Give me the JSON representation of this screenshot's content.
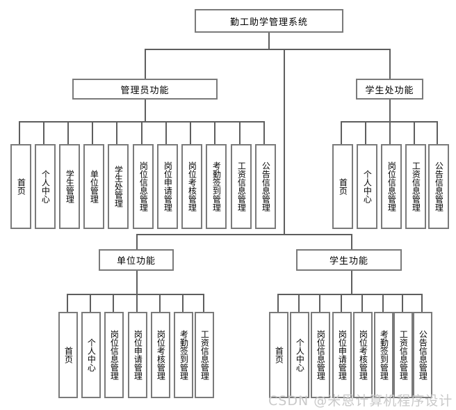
{
  "diagram": {
    "type": "functional-structure-tree",
    "root": {
      "label": "勤工助学管理系统"
    },
    "level2": [
      {
        "label": "管理员功能"
      },
      {
        "label": "学生处功能"
      }
    ],
    "level3": [
      {
        "label": "单位功能"
      },
      {
        "label": "学生功能"
      }
    ],
    "admin_children": [
      {
        "label": "首页"
      },
      {
        "label": "个人中心"
      },
      {
        "label": "学生管理"
      },
      {
        "label": "单位管理"
      },
      {
        "label": "学生处管理"
      },
      {
        "label": "岗位信息管理"
      },
      {
        "label": "岗位申请管理"
      },
      {
        "label": "岗位考核管理"
      },
      {
        "label": "考勤签到管理"
      },
      {
        "label": "工资信息管理"
      },
      {
        "label": "公告信息管理"
      }
    ],
    "student_affairs_children": [
      {
        "label": "首页"
      },
      {
        "label": "个人中心"
      },
      {
        "label": "岗位信息管理"
      },
      {
        "label": "工资信息管理"
      },
      {
        "label": "公告信息管理"
      }
    ],
    "unit_children": [
      {
        "label": "首页"
      },
      {
        "label": "个人中心"
      },
      {
        "label": "岗位信息管理"
      },
      {
        "label": "岗位申请管理"
      },
      {
        "label": "岗位考核管理"
      },
      {
        "label": "考勤签到管理"
      },
      {
        "label": "工资信息管理"
      }
    ],
    "student_children": [
      {
        "label": "首页"
      },
      {
        "label": "个人中心"
      },
      {
        "label": "岗位信息管理"
      },
      {
        "label": "岗位申请管理"
      },
      {
        "label": "岗位考核管理"
      },
      {
        "label": "考勤签到管理"
      },
      {
        "label": "工资信息管理"
      },
      {
        "label": "公告信息管理"
      }
    ],
    "watermark": "CSDN @米恩计算机程序设计",
    "colors": {
      "box_border": "#7a7a7a",
      "connector": "#5e5e5e",
      "background": "#ffffff",
      "text": "#000000",
      "watermark": "#c9c9c9"
    }
  }
}
